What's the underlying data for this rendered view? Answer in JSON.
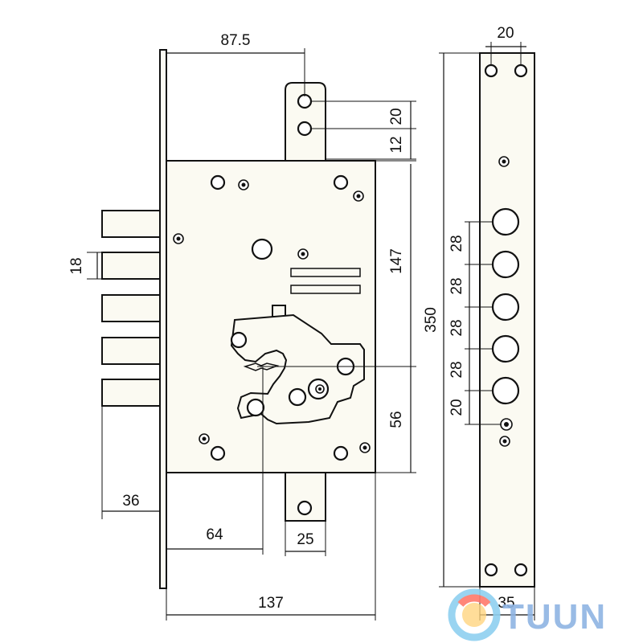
{
  "dimensions": {
    "backset_87_5": "87.5",
    "pitch_20_top": "20",
    "pitch_12": "12",
    "bolt_18": "18",
    "height_147": "147",
    "height_56": "56",
    "height_350": "350",
    "bolt_spacing_28": [
      "28",
      "28",
      "28",
      "28"
    ],
    "spacing_20_bottom": "20",
    "plate_width_20": "20",
    "bolt_36": "36",
    "backset_64": "64",
    "latch_25": "25",
    "case_width_137": "137",
    "plate_width_35": "35"
  },
  "watermark": {
    "text": "TUUN",
    "colors": {
      "ring_outer": "#ff7a6b",
      "ring_inner": "#ffd27a",
      "ring_blue": "#8fd0f0",
      "text": "#8fb4e3"
    }
  },
  "colors": {
    "line": "#111111",
    "part_fill": "#fbfaf2",
    "background": "#ffffff"
  }
}
